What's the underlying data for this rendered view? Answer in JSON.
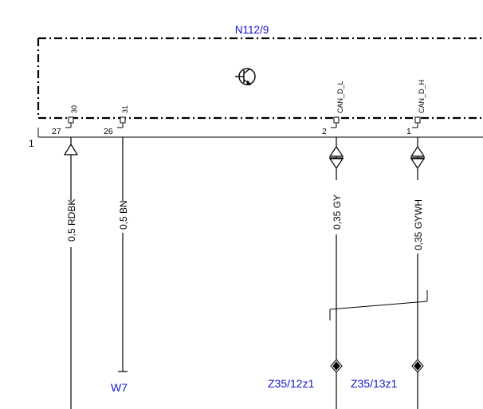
{
  "component": {
    "label": "N112/9"
  },
  "connector": {
    "label": "1"
  },
  "colors": {
    "label_blue": "#1515c8",
    "line": "#000000",
    "background": "#ffffff"
  },
  "pins": [
    {
      "pin": "27",
      "terminal": "30",
      "wire": "0,5 RDBK"
    },
    {
      "pin": "26",
      "terminal": "31",
      "wire": "0,5 BN"
    },
    {
      "pin": "2",
      "terminal": "CAN_D_L",
      "wire": "0,35 GY"
    },
    {
      "pin": "1",
      "terminal": "CAN_D_H",
      "wire": "0,35 GYWH"
    }
  ],
  "references": {
    "ground": "W7",
    "splice_low": "Z35/12z1",
    "splice_high": "Z35/13z1"
  },
  "icons": {
    "module_symbol": "transistor-symbol-icon"
  }
}
